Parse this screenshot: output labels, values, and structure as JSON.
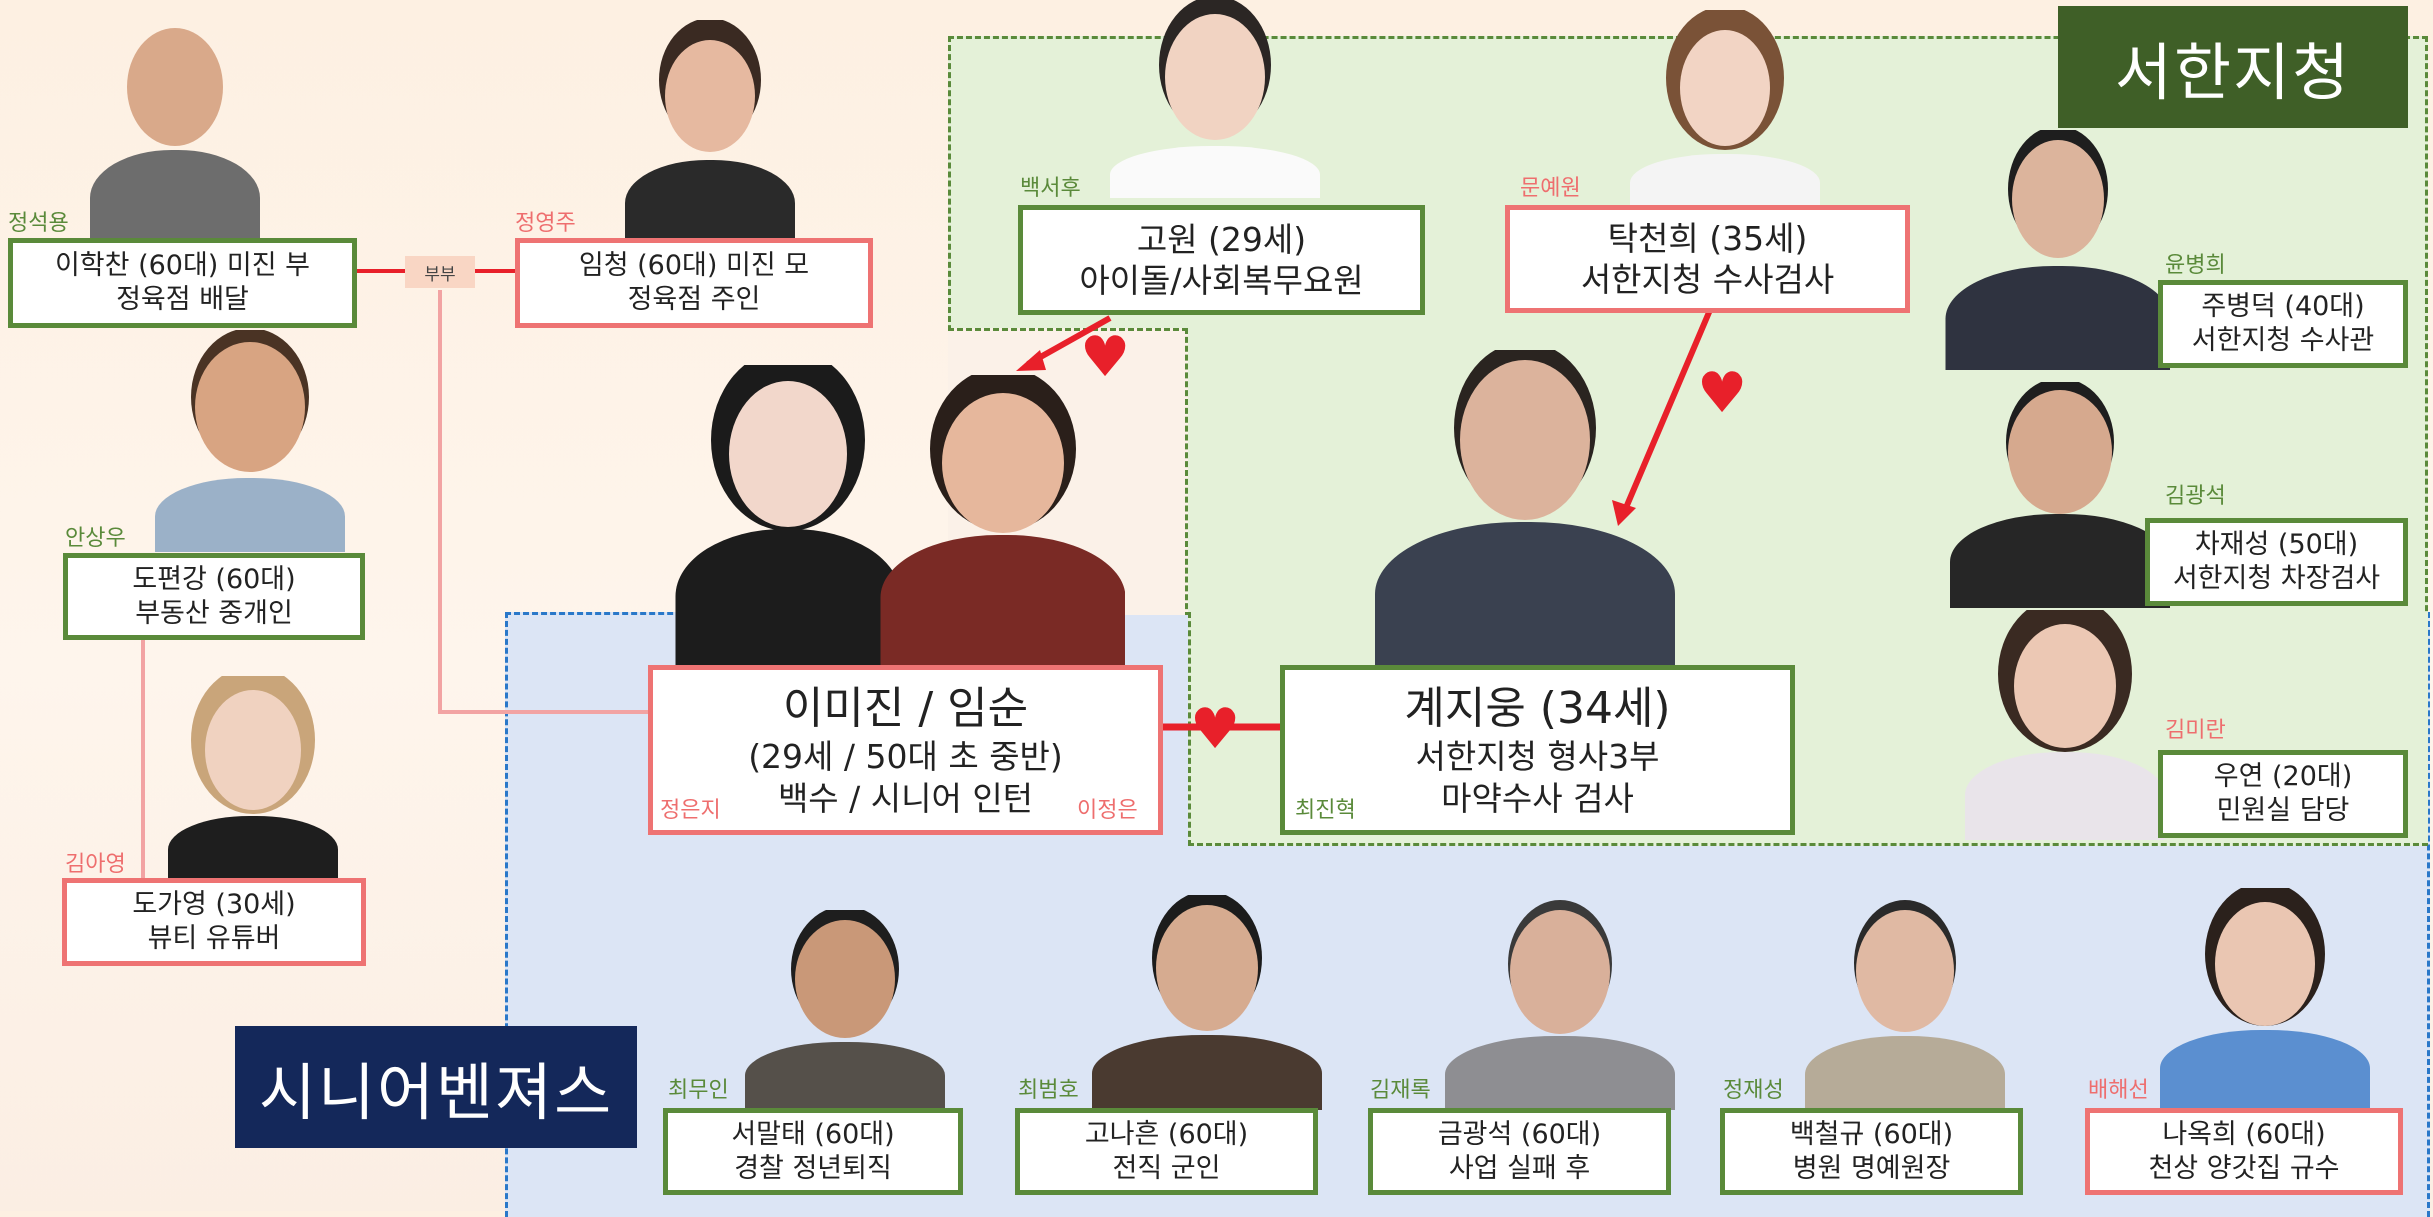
{
  "groups": {
    "seohan_label": "서한지청",
    "senior_label": "시니어벤져스"
  },
  "colors": {
    "green_region": "#e4f1d8",
    "blue_region": "#dce5f5",
    "green_border": "#5a8a3a",
    "pink_border": "#ee7373",
    "seohan_tag": "#3f5f27",
    "senior_tag": "#14285a",
    "relation_red": "#e8202a",
    "relation_pink": "#f2a3a3"
  },
  "relations": {
    "couple_label": "부부"
  },
  "people": {
    "father": {
      "actor": "정석용",
      "name": "이학찬 (60대) 미진 부",
      "role": "정육점 배달"
    },
    "mother": {
      "actor": "정영주",
      "name": "임청 (60대) 미진 모",
      "role": "정육점 주인"
    },
    "dopyeon": {
      "actor": "안상우",
      "name": "도편강 (60대)",
      "role": "부동산 중개인"
    },
    "doga": {
      "actor": "김아영",
      "name": "도가영 (30세)",
      "role": "뷰티 유튜버"
    },
    "gowon": {
      "actor": "백서후",
      "name": "고원 (29세)",
      "role": "아이돌/사회복무요원"
    },
    "tak": {
      "actor": "문예원",
      "name": "탁천희 (35세)",
      "role": "서한지청 수사검사"
    },
    "ju": {
      "actor": "윤병희",
      "name": "주병덕 (40대)",
      "role": "서한지청 수사관"
    },
    "cha": {
      "actor": "김광석",
      "name": "차재성 (50대)",
      "role": "서한지청 차장검사"
    },
    "woo": {
      "actor": "김미란",
      "name": "우연 (20대)",
      "role": "민원실 담당"
    },
    "lead": {
      "actor_left": "정은지",
      "actor_right": "이정은",
      "name": "이미진 / 임순",
      "age": "(29세 / 50대 초 중반)",
      "role": "백수 / 시니어 인턴"
    },
    "gye": {
      "actor": "최진혁",
      "name": "계지웅 (34세)",
      "role": "서한지청 형사3부",
      "role2": "마약수사 검사"
    },
    "seo": {
      "actor": "최무인",
      "name": "서말태 (60대)",
      "role": "경찰 정년퇴직"
    },
    "go": {
      "actor": "최범호",
      "name": "고나흔 (60대)",
      "role": "전직 군인"
    },
    "geum": {
      "actor": "김재록",
      "name": "금광석 (60대)",
      "role": "사업 실패 후"
    },
    "baek": {
      "actor": "정재성",
      "name": "백철규 (60대)",
      "role": "병원 명예원장"
    },
    "na": {
      "actor": "배해선",
      "name": "나옥희 (60대)",
      "role": "천상 양갓집 규수"
    }
  }
}
